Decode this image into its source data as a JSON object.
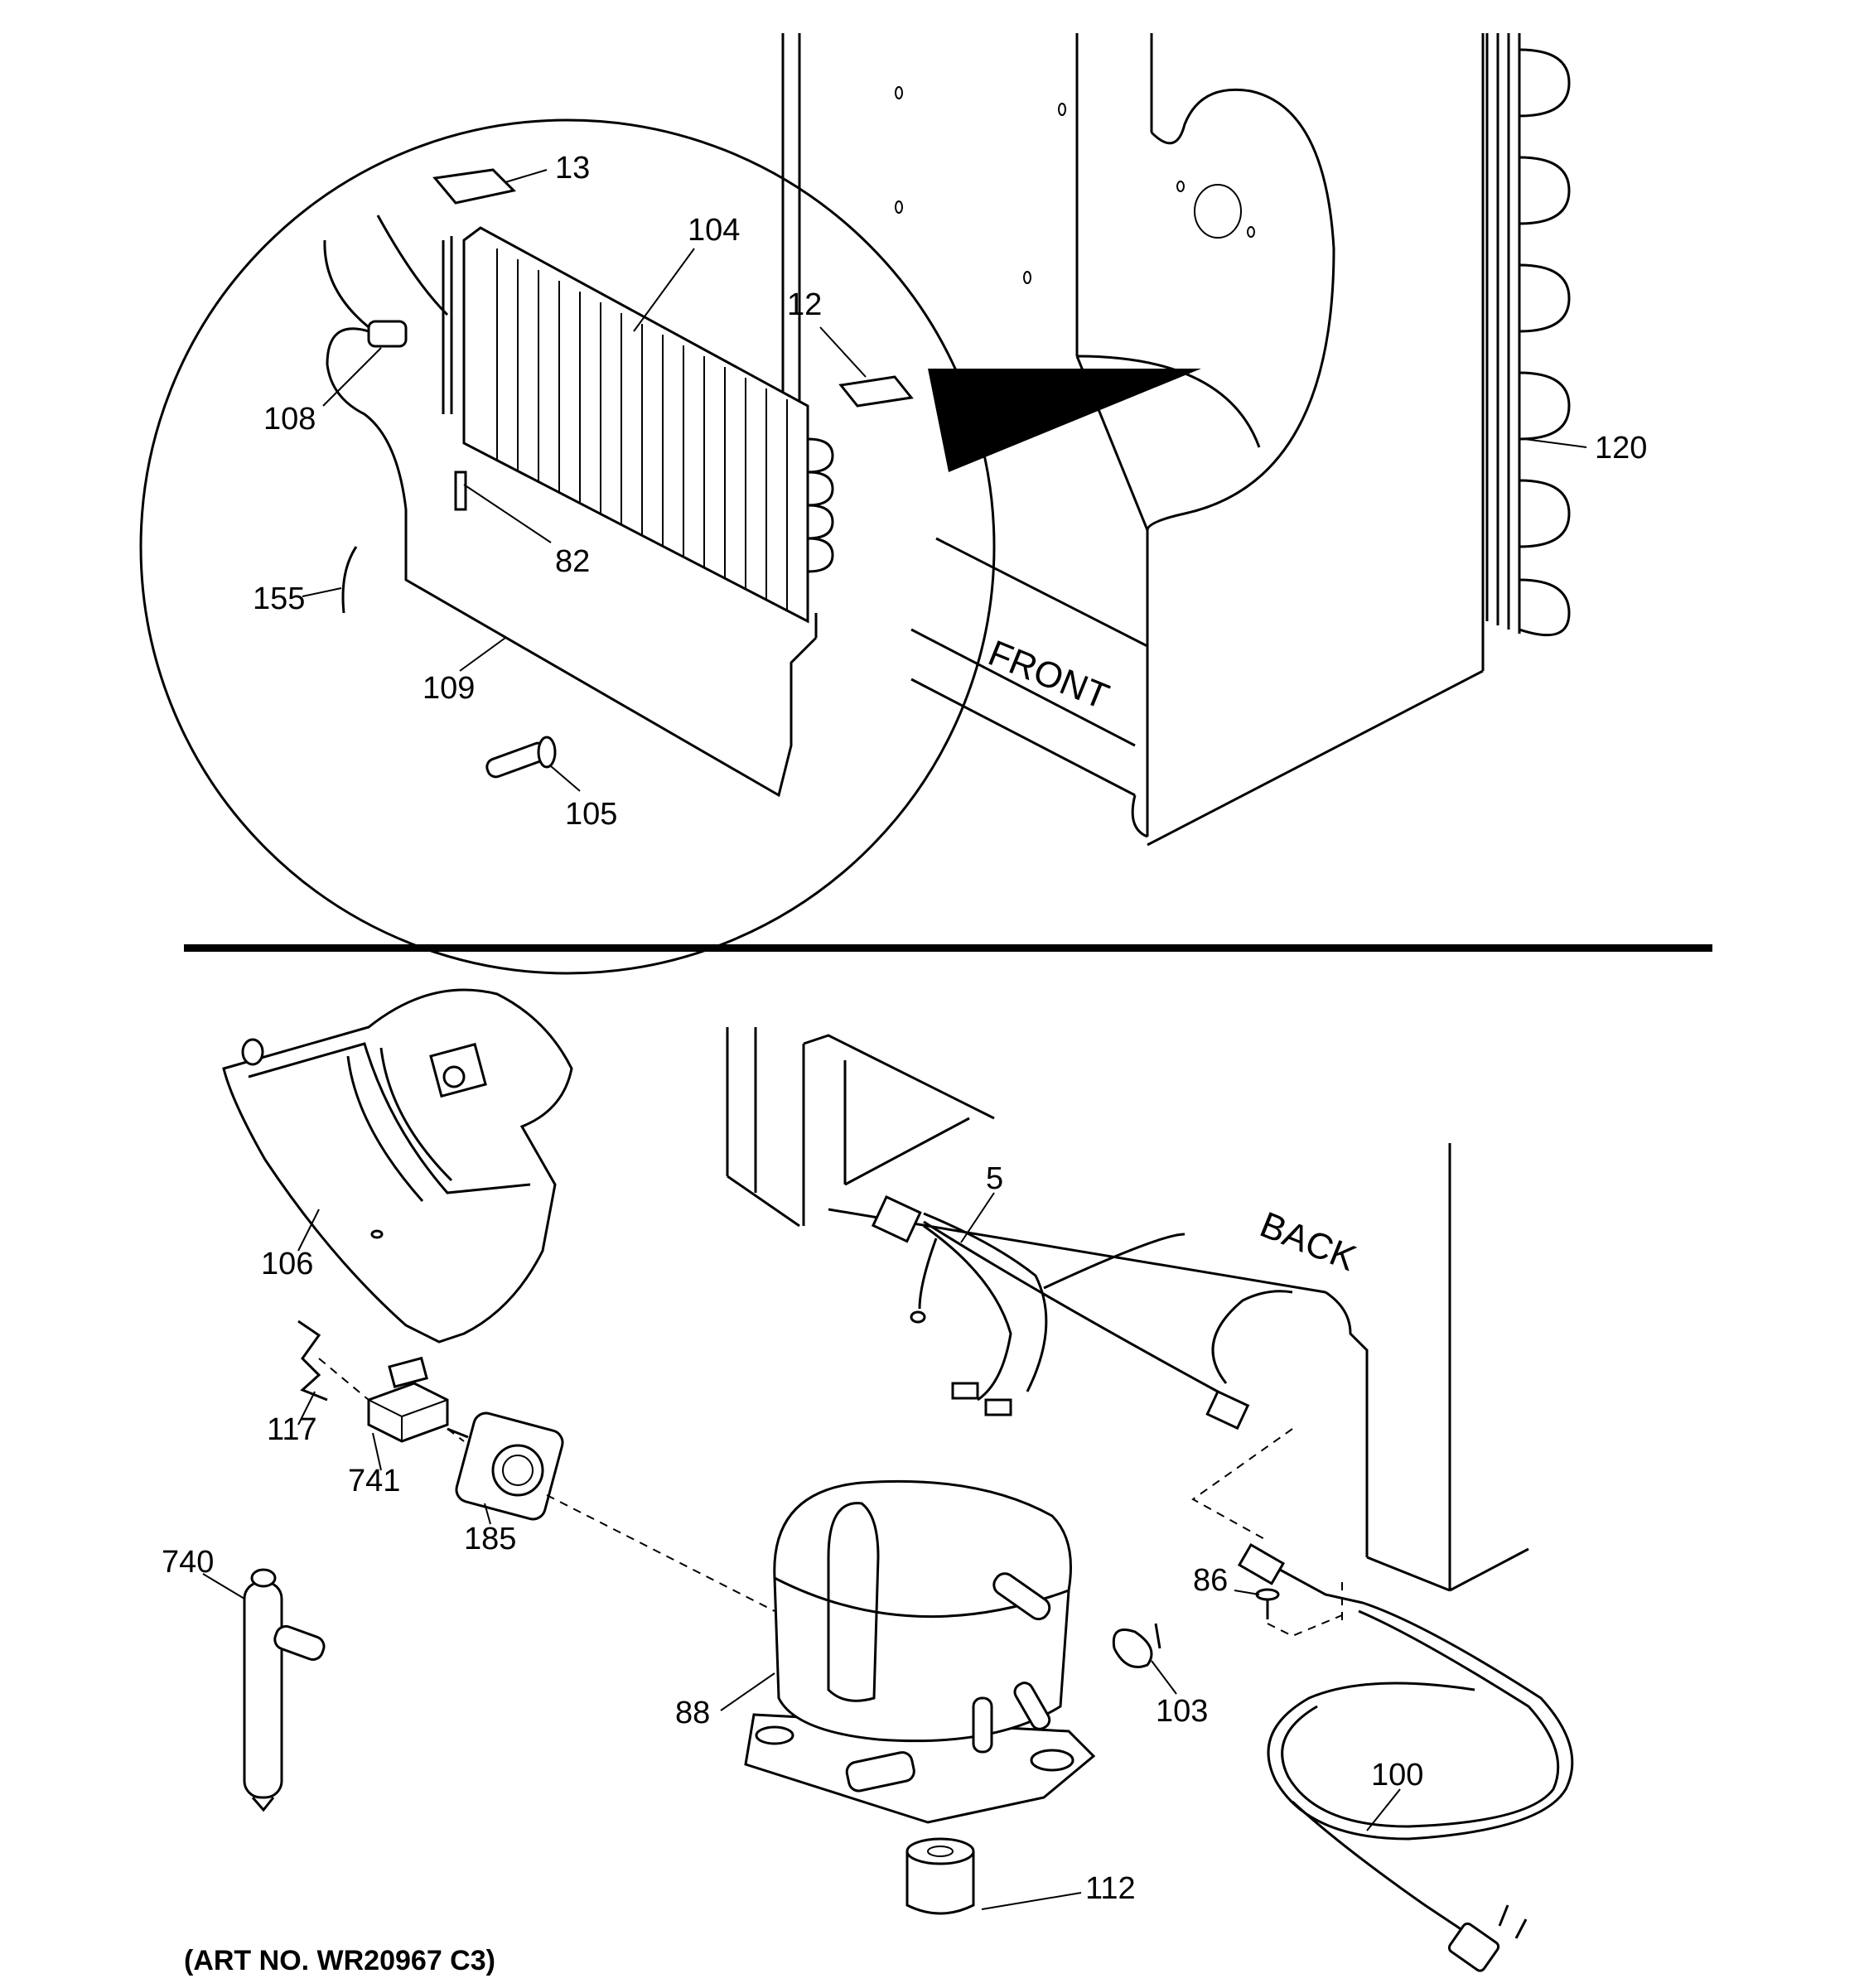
{
  "callouts": {
    "c13": "13",
    "c104": "104",
    "c12": "12",
    "c108": "108",
    "c82": "82",
    "c155": "155",
    "c109": "109",
    "c105": "105",
    "c120": "120",
    "c106": "106",
    "c5": "5",
    "c117": "117",
    "c741": "741",
    "c185": "185",
    "c740": "740",
    "c86": "86",
    "c88": "88",
    "c103": "103",
    "c100": "100",
    "c112": "112"
  },
  "labels": {
    "front": "FRONT",
    "back": "BACK"
  },
  "art_number": "(ART NO. WR20967 C3)"
}
